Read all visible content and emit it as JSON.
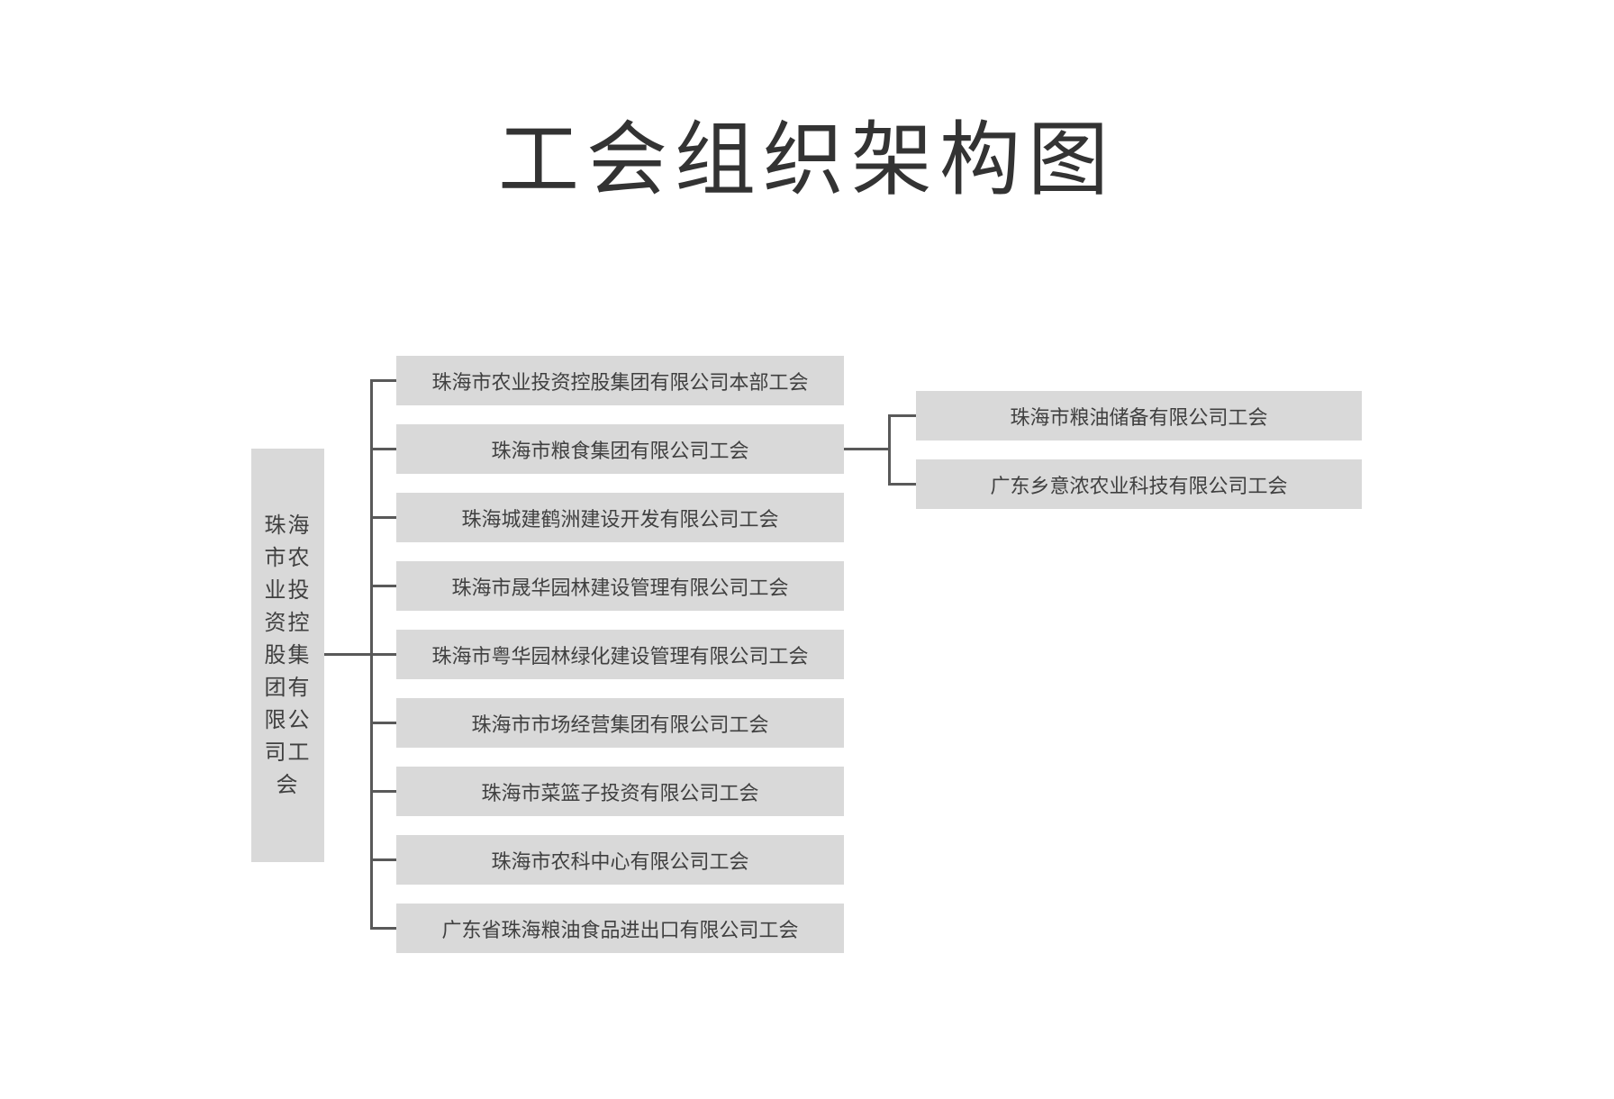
{
  "title": "工会组织架构图",
  "colors": {
    "box_fill": "#d9d9d9",
    "line": "#595959",
    "text": "#404040",
    "background": "#ffffff"
  },
  "org": {
    "root": {
      "label": "珠海市农业投资控股集团有限公司工会"
    },
    "branches": [
      {
        "label": "珠海市农业投资控股集团有限公司本部工会"
      },
      {
        "label": "珠海市粮食集团有限公司工会",
        "children": [
          {
            "label": "珠海市粮油储备有限公司工会"
          },
          {
            "label": "广东乡意浓农业科技有限公司工会"
          }
        ]
      },
      {
        "label": "珠海城建鹤洲建设开发有限公司工会"
      },
      {
        "label": "珠海市晟华园林建设管理有限公司工会"
      },
      {
        "label": "珠海市粤华园林绿化建设管理有限公司工会"
      },
      {
        "label": "珠海市市场经营集团有限公司工会"
      },
      {
        "label": "珠海市菜篮子投资有限公司工会"
      },
      {
        "label": "珠海市农科中心有限公司工会"
      },
      {
        "label": "广东省珠海粮油食品进出口有限公司工会"
      }
    ]
  }
}
